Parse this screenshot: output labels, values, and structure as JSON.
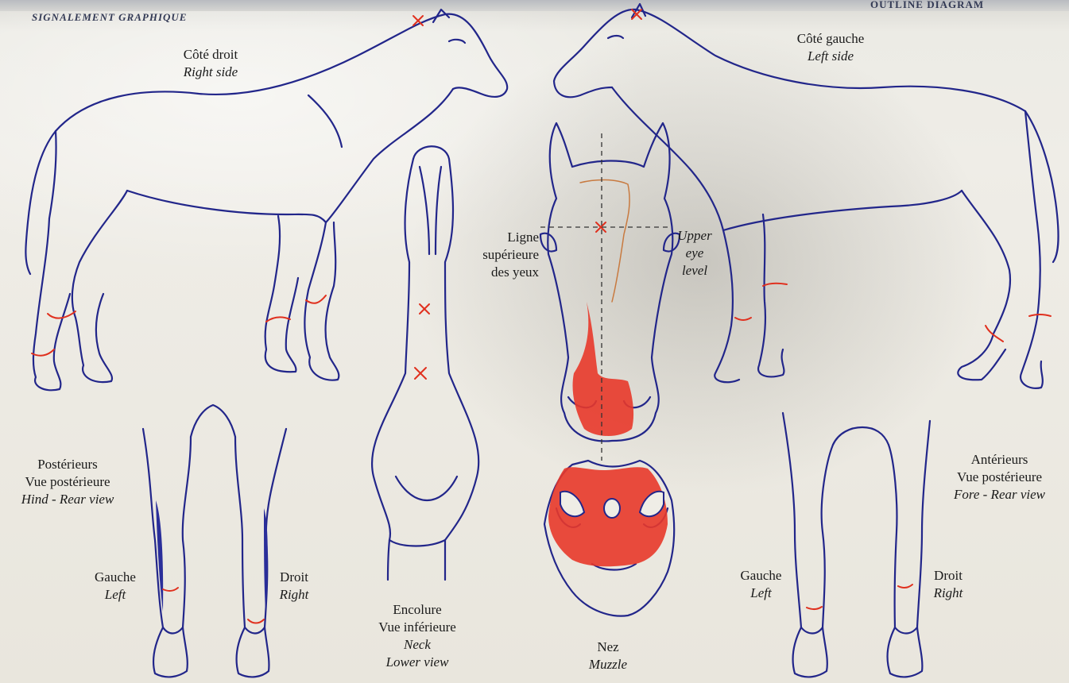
{
  "header": {
    "left": "SIGNALEMENT GRAPHIQUE",
    "right": "OUTLINE DIAGRAM"
  },
  "colors": {
    "outline": "#22268a",
    "marking": "#e0301e",
    "paper": "#efede6"
  },
  "labels": {
    "right_side": {
      "fr": "Côté droit",
      "en": "Right side"
    },
    "left_side": {
      "fr": "Côté gauche",
      "en": "Left side"
    },
    "eye_level": {
      "fr1": "Ligne",
      "fr2": "supérieure",
      "fr3": "des yeux",
      "en1": "Upper",
      "en2": "eye",
      "en3": "level"
    },
    "hind": {
      "fr1": "Postérieurs",
      "fr2": "Vue postérieure",
      "en": "Hind - Rear view"
    },
    "fore": {
      "fr1": "Antérieurs",
      "fr2": "Vue postérieure",
      "en": "Fore - Rear view"
    },
    "hind_left": {
      "fr": "Gauche",
      "en": "Left"
    },
    "hind_right": {
      "fr": "Droit",
      "en": "Right"
    },
    "fore_left": {
      "fr": "Gauche",
      "en": "Left"
    },
    "fore_right": {
      "fr": "Droit",
      "en": "Right"
    },
    "neck": {
      "fr1": "Encolure",
      "fr2": "Vue inférieure",
      "en1": "Neck",
      "en2": "Lower view"
    },
    "muzzle": {
      "fr": "Nez",
      "en": "Muzzle"
    }
  }
}
